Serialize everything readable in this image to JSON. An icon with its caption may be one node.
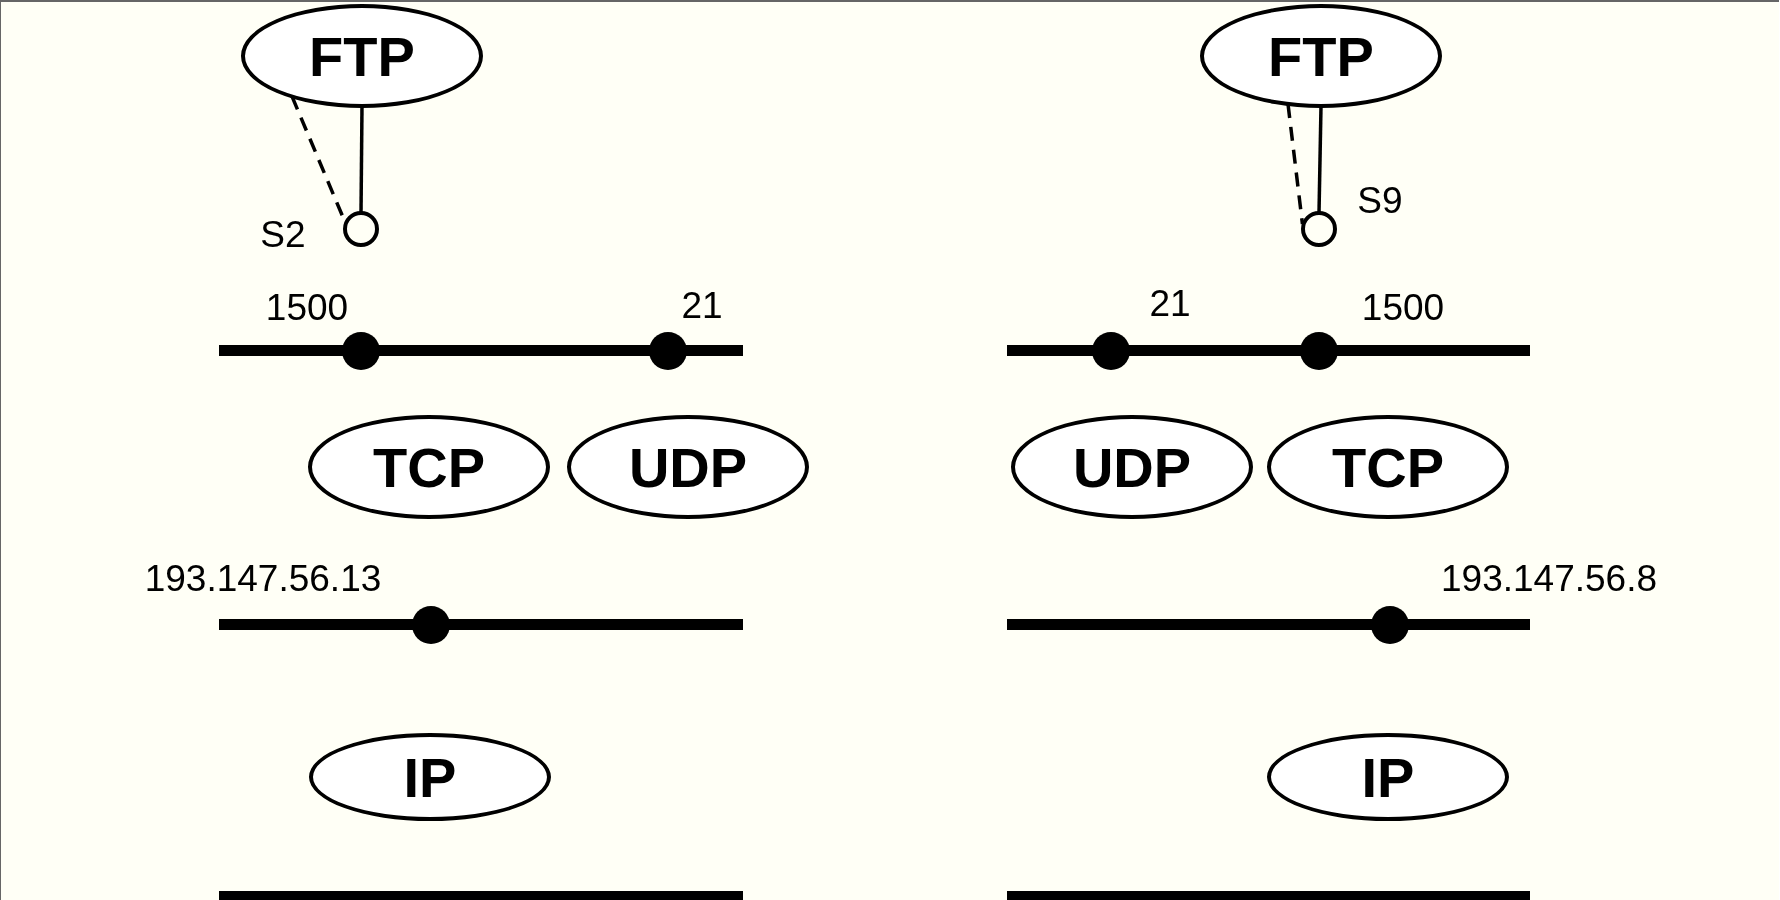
{
  "diagram": {
    "nodes": [
      {
        "text": [
          "FTP"
        ]
      },
      {
        "text": [
          "FTP"
        ]
      },
      {
        "text": [],
        "shape": "circle",
        "beside": [
          "S2"
        ]
      },
      {
        "text": [],
        "shape": "circle",
        "beside": [
          "S9"
        ]
      },
      {
        "text": [],
        "shape": "bar"
      },
      {
        "text": [],
        "shape": "bar"
      },
      {
        "text": [],
        "shape": "circle",
        "beside": [
          "1500"
        ]
      },
      {
        "text": [],
        "shape": "circle",
        "beside": [
          "21"
        ]
      },
      {
        "text": [],
        "shape": "circle",
        "beside": [
          "21"
        ]
      },
      {
        "text": [],
        "shape": "circle",
        "beside": [
          "1500"
        ]
      },
      {
        "text": [
          "TCP"
        ]
      },
      {
        "text": [
          "UDP"
        ]
      },
      {
        "text": [
          "UDP"
        ]
      },
      {
        "text": [
          "TCP"
        ]
      },
      {
        "text": [],
        "shape": "bar"
      },
      {
        "text": [],
        "shape": "bar"
      },
      {
        "text": [],
        "shape": "circle",
        "beside": [
          "193.147.56.13"
        ]
      },
      {
        "text": [],
        "shape": "circle",
        "beside": [
          "193.147.56.8"
        ]
      },
      {
        "text": [
          "IP"
        ]
      },
      {
        "text": [
          "IP"
        ]
      },
      {
        "text": [],
        "shape": "bar"
      },
      {
        "text": [],
        "shape": "bar"
      }
    ],
    "edges": [
      {
        "from": 0,
        "to": 2,
        "arrow": "none"
      },
      {
        "from": 0,
        "to": 2,
        "arrow": "none",
        "style": "dashed"
      },
      {
        "from": 1,
        "to": 3,
        "arrow": "none"
      },
      {
        "from": 1,
        "to": 3,
        "arrow": "none",
        "style": "dashed"
      }
    ]
  }
}
